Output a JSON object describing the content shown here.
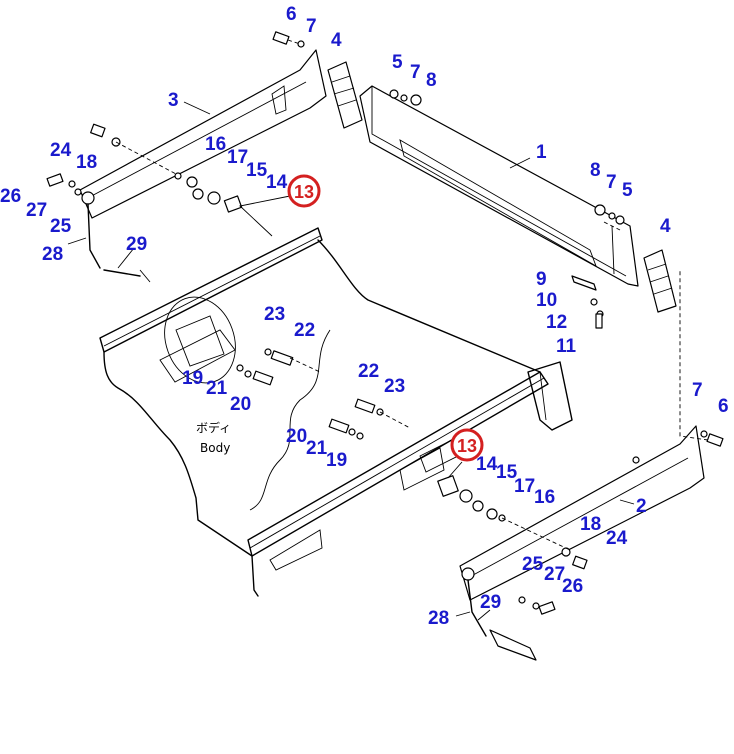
{
  "body_label": {
    "jp": "ボディ",
    "en": "Body"
  },
  "highlight": [
    "13",
    "13"
  ],
  "callouts": [
    "6",
    "7",
    "4",
    "3",
    "5",
    "7",
    "8",
    "1",
    "24",
    "18",
    "16",
    "17",
    "15",
    "14",
    "26",
    "27",
    "25",
    "28",
    "29",
    "8",
    "7",
    "5",
    "4",
    "9",
    "10",
    "12",
    "11",
    "23",
    "22",
    "19",
    "21",
    "20",
    "22",
    "23",
    "20",
    "21",
    "19",
    "14",
    "15",
    "17",
    "16",
    "7",
    "6",
    "2",
    "18",
    "24",
    "25",
    "27",
    "26",
    "28",
    "29"
  ]
}
